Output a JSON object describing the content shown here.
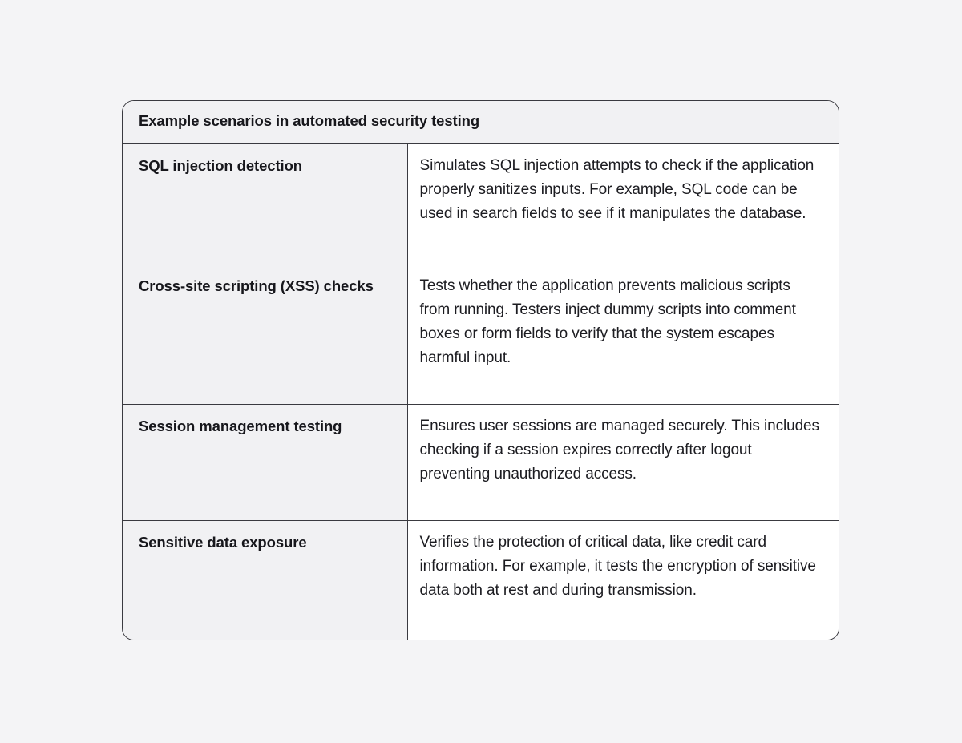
{
  "page": {
    "background_color": "#f4f4f6"
  },
  "table": {
    "title": "Example scenarios in automated security testing",
    "colors": {
      "border": "#3a3a40",
      "header_background": "#f1f1f3",
      "label_column_background": "#f1f1f3",
      "description_column_background": "#ffffff",
      "text": "#17171c"
    },
    "rows": [
      {
        "label": "SQL injection detection",
        "description": "Simulates SQL injection attempts to check if the application properly sanitizes inputs. For example, SQL code can be used in search fields to see if it manipulates the database."
      },
      {
        "label": "Cross-site scripting (XSS) checks",
        "description": "Tests whether the application prevents malicious scripts from running. Testers inject dummy scripts into comment boxes or form fields to verify that the system escapes harmful input."
      },
      {
        "label": "Session management testing",
        "description": "Ensures user sessions are managed securely. This includes checking if a session expires correctly after logout preventing unauthorized access."
      },
      {
        "label": "Sensitive data exposure",
        "description": "Verifies the protection of critical data, like credit card information. For example, it tests the encryption of sensitive data both at rest and during transmission."
      }
    ]
  }
}
